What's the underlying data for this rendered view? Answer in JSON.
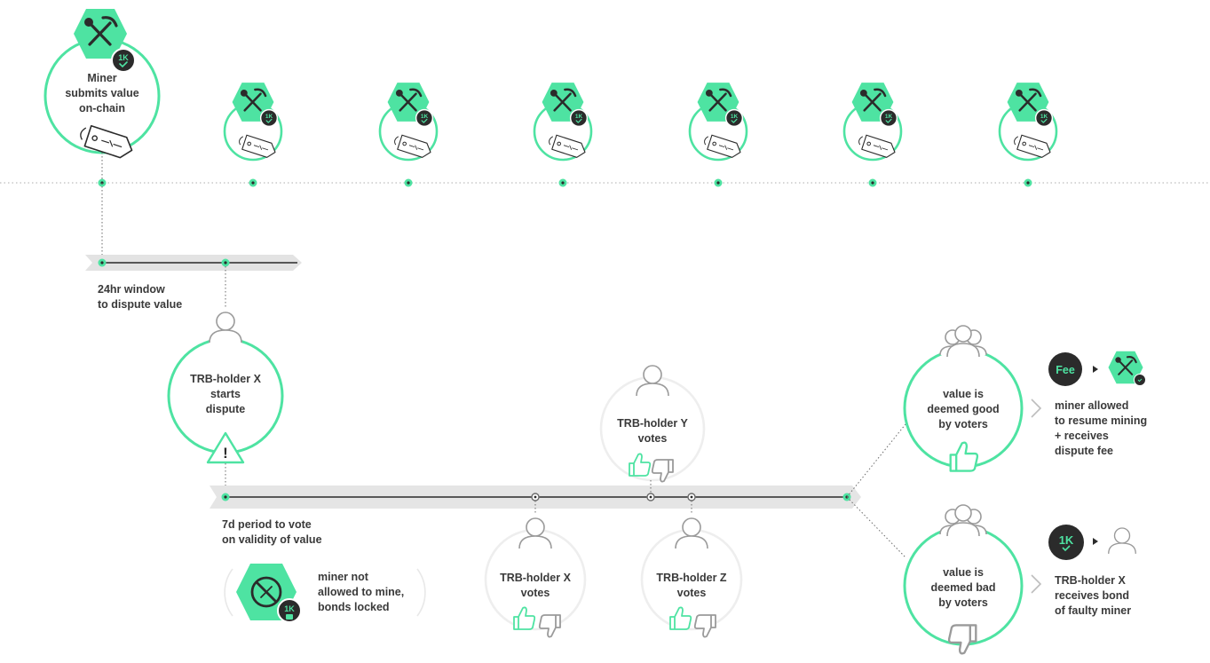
{
  "colors": {
    "accent": "#4ee3a2",
    "ink": "#2b2b2b",
    "text": "#3a3a3a",
    "muted": "#cfcfcf",
    "dots": "#9a9a9a"
  },
  "badge": {
    "label": "1K"
  },
  "fee_badge": {
    "label": "Fee"
  },
  "miner": {
    "label": "Miner\nsubmits value\non-chain"
  },
  "dispute_window": {
    "label": "24hr window\nto dispute value"
  },
  "holder_x_dispute": {
    "label": "TRB-holder X\nstarts\ndispute"
  },
  "alert": {
    "symbol": "!"
  },
  "vote_period": {
    "label": "7d period to vote\non validity of value"
  },
  "locked_note": {
    "label": "miner not\nallowed to mine,\nbonds locked"
  },
  "voters": {
    "holder_x": "TRB-holder X\nvotes",
    "holder_y": "TRB-holder Y\nvotes",
    "holder_z": "TRB-holder Z\nvotes"
  },
  "outcome_good": {
    "label": "value is\ndeemed good\nby voters",
    "result": "miner allowed\nto resume mining\n+ receives\ndispute fee"
  },
  "outcome_bad": {
    "label": "value is\ndeemed bad\nby voters",
    "result": "TRB-holder X\nreceives bond\nof faulty miner"
  },
  "icons": [
    "pickaxe-shovel-icon",
    "price-tag-icon",
    "user-icon",
    "group-icon",
    "thumbs-up-icon",
    "thumbs-down-icon",
    "warning-icon",
    "no-mining-icon",
    "lock-icon",
    "check-icon",
    "chevron-right-icon"
  ]
}
